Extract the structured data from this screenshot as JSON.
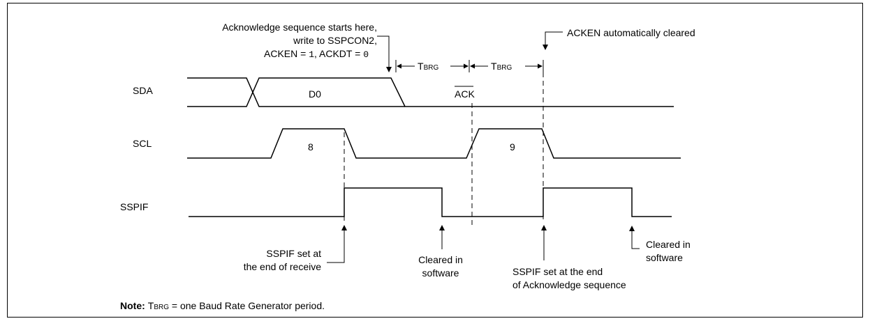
{
  "signals": {
    "sda": "SDA",
    "scl": "SCL",
    "sspif": "SSPIF"
  },
  "waveform_labels": {
    "data_bit": "D0",
    "ack": "ACK",
    "clock_8": "8",
    "clock_9": "9"
  },
  "annotations": {
    "ack_start": {
      "line1": "Acknowledge sequence starts here,",
      "line2": "write to SSPCON2,",
      "line3_pre": "ACKEN = ",
      "line3_v1": "1",
      "line3_mid": ", ACKDT = ",
      "line3_v2": "0"
    },
    "acken_cleared": "ACKEN automatically cleared",
    "tbrg": {
      "t": "T",
      "brg": "BRG"
    },
    "sspif_set_receive": [
      "SSPIF set at",
      "the end of receive"
    ],
    "cleared_software_1": [
      "Cleared in",
      "software"
    ],
    "sspif_set_ack": [
      "SSPIF set at the end",
      "of Acknowledge sequence"
    ],
    "cleared_software_2": [
      "Cleared in",
      "software"
    ]
  },
  "note": {
    "label": "Note:",
    "t": "T",
    "brg": "BRG",
    "text": " = one Baud Rate Generator period."
  }
}
